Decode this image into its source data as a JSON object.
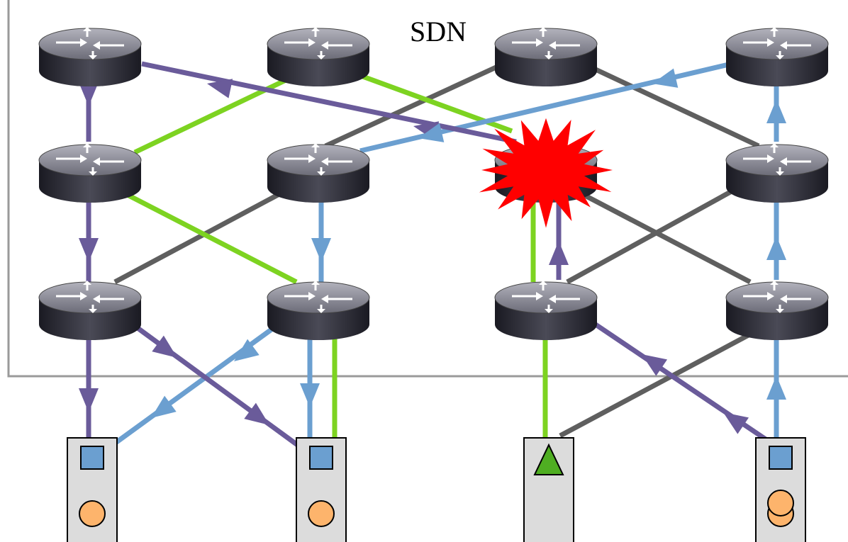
{
  "diagram": {
    "label": "SDN",
    "colors": {
      "purple": "#6a5b9a",
      "blue": "#6b9fd0",
      "green": "#7dd321",
      "gray": "#5f5f5f",
      "router_top": "#8a8a96",
      "router_body": "#2a2a33",
      "host_fill": "#dcdcdc",
      "square": "#6b9fd0",
      "circle": "#fdb46c",
      "triangle": "#4fae22",
      "failure": "#ff0000"
    },
    "routers": [
      {
        "id": "r1",
        "icon": "router-icon"
      },
      {
        "id": "r2",
        "icon": "router-icon"
      },
      {
        "id": "r3",
        "icon": "router-icon"
      },
      {
        "id": "r4",
        "icon": "router-icon"
      },
      {
        "id": "r5",
        "icon": "router-icon"
      },
      {
        "id": "r6",
        "icon": "router-icon"
      },
      {
        "id": "r7",
        "icon": "router-icon"
      },
      {
        "id": "r8",
        "icon": "router-icon"
      },
      {
        "id": "r9",
        "icon": "router-icon"
      },
      {
        "id": "r10",
        "icon": "router-icon"
      },
      {
        "id": "r11",
        "icon": "router-icon"
      },
      {
        "id": "r12",
        "icon": "router-icon"
      }
    ],
    "failed_router": "r7",
    "hosts": [
      {
        "id": "h1",
        "items": [
          "square",
          "circle"
        ]
      },
      {
        "id": "h2",
        "items": [
          "square",
          "circle"
        ]
      },
      {
        "id": "h3",
        "items": [
          "triangle"
        ]
      },
      {
        "id": "h4",
        "items": [
          "square",
          "circle",
          "circle"
        ]
      }
    ]
  }
}
